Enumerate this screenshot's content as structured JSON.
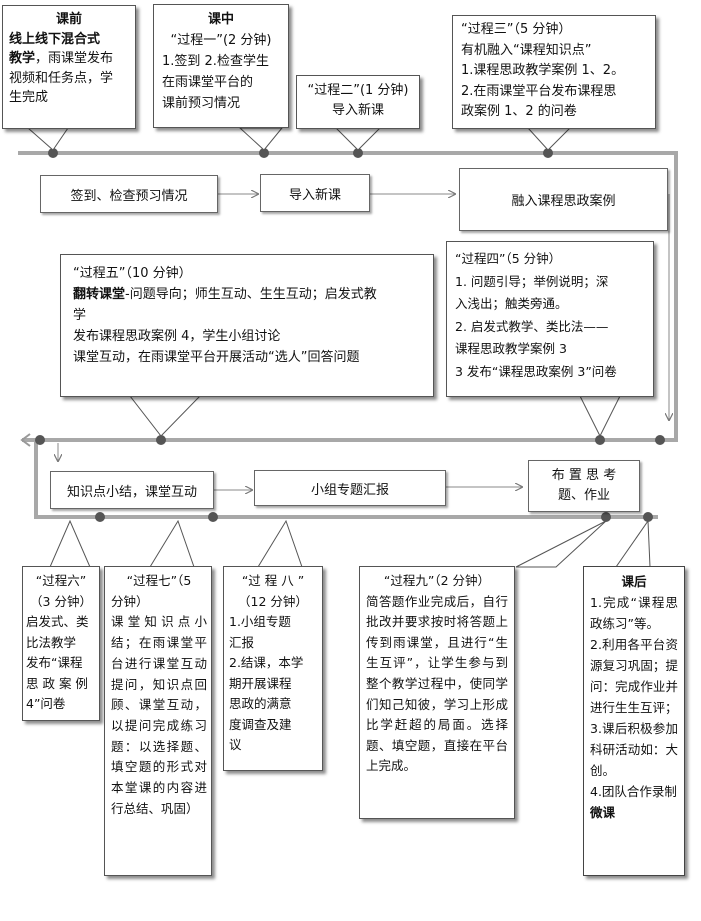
{
  "colors": {
    "rail": "#a8a8a8",
    "dot": "#555555",
    "box_border": "#555555"
  },
  "pre_class": {
    "title": "课前",
    "line1": "线上线下混合式",
    "line2_bold": "教学",
    "line2_rest": "，雨课堂发布",
    "line3": "视频和任务点，学",
    "line4": "生完成"
  },
  "in_class": {
    "title": "课中",
    "line1": "“过程一”(2 分钟)",
    "line2": "1.签到 2.检查学生",
    "line3": "在雨课堂平台的",
    "line4": "课前预习情况"
  },
  "process2": {
    "line1": "“过程二”(1 分钟)",
    "line2": "导入新课"
  },
  "process3": {
    "line1": "“过程三”（5 分钟）",
    "line2": "有机融入“课程知识点”",
    "line3": "1.课程思政教学案例 1、2。",
    "line4": "2.在雨课堂平台发布课程思",
    "line5": "政案例 1、2 的问卷"
  },
  "flow_row1": {
    "step1": "签到、检查预习情况",
    "step2": "导入新课",
    "step3": "融入课程思政案例"
  },
  "process5": {
    "line1": "“过程五”（10 分钟）",
    "line2_bold": "翻转课堂",
    "line2_rest": "-问题导向；师生互动、生生互动；启发式教",
    "line3": "学",
    "line4": "发布课程思政案例 4，学生小组讨论",
    "line5": "课堂互动，在雨课堂平台开展活动“选人”回答问题"
  },
  "process4": {
    "line1": "“过程四”（5 分钟）",
    "line2": "1.  问题引导；举例说明；深",
    "line3": "入浅出；触类旁通。",
    "line4": "2.  启发式教学、类比法——",
    "line5": "课程思政教学案例 3",
    "line6": "3 发布“课程思政案例 3”问卷"
  },
  "flow_row2": {
    "step1": "知识点小结，课堂互动",
    "step2": "小组专题汇报",
    "step3_l1": "布 置 思 考",
    "step3_l2": "题、作业"
  },
  "process6": {
    "line1": "“过程六”",
    "line2": "（3 分钟）",
    "line3": "启发式、类",
    "line4": "比法教学",
    "line5": "发布“课程",
    "line6": "思 政 案 例",
    "line7": "4”问卷"
  },
  "process7": {
    "line1": "“过程七”（5",
    "line2": "分钟）",
    "body": "课堂知识点小结；在雨课堂平台进行课堂互动提问，知识点回顾、课堂互动，以提问完成练习题：以选择题、填空题的形式对本堂课的内容进行总结、巩固）"
  },
  "process8": {
    "line1": "“过 程 八 ”",
    "line2": "（12 分钟）",
    "line3": "1.小组专题",
    "line4": "汇报",
    "line5": "2.结课，本学",
    "line6": "期开展课程",
    "line7": "思政的满意",
    "line8": "度调查及建",
    "line9": "议"
  },
  "process9": {
    "line1": "“过程九”（2 分钟）",
    "body": "简答题作业完成后，自行批改并要求按时将答题上传到雨课堂，且进行“生生互评”，让学生参与到整个教学过程中，使同学们知己知彼，学习上形成比学赶超的局面。选择题、填空题，直接在平台上完成。"
  },
  "post_class": {
    "title": "课后",
    "body1": "1.完成“课程思政练习”等。",
    "body2": "2.利用各平台资源复习巩固；提问：完成作业并进行生生互评；",
    "body3": "3.课后积极参加科研活动如：大创。",
    "body4_rest": "4.团队合作录制",
    "body4_bold": "微课"
  }
}
